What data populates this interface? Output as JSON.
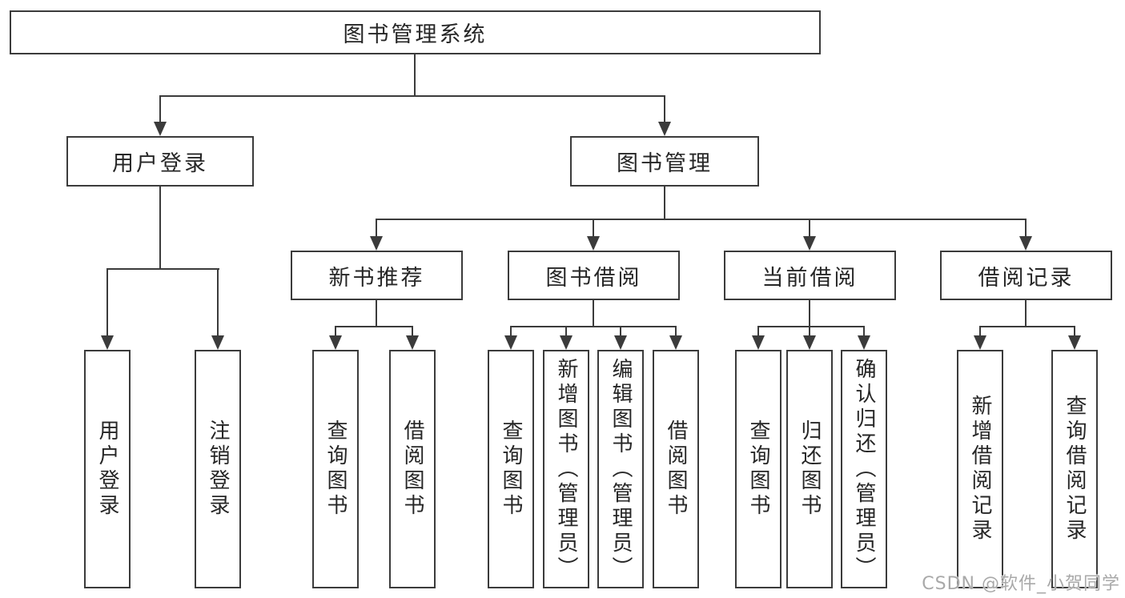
{
  "tree": {
    "root": {
      "label": "图书管理系统"
    },
    "branches": [
      {
        "label": "用户登录",
        "children": [
          {
            "label": "用户登录"
          },
          {
            "label": "注销登录"
          }
        ]
      },
      {
        "label": "图书管理",
        "children": [
          {
            "label": "新书推荐",
            "children": [
              {
                "label": "查询图书"
              },
              {
                "label": "借阅图书"
              }
            ]
          },
          {
            "label": "图书借阅",
            "children": [
              {
                "label": "查询图书"
              },
              {
                "label": "新增图书（管理员）"
              },
              {
                "label": "编辑图书（管理员）"
              },
              {
                "label": "借阅图书"
              }
            ]
          },
          {
            "label": "当前借阅",
            "children": [
              {
                "label": "查询图书"
              },
              {
                "label": "归还图书"
              },
              {
                "label": "确认归还（管理员）"
              }
            ]
          },
          {
            "label": "借阅记录",
            "children": [
              {
                "label": "新增借阅记录"
              },
              {
                "label": "查询借阅记录"
              }
            ]
          }
        ]
      }
    ]
  },
  "watermark": {
    "text": "CSDN @软件_小贺同学"
  },
  "colors": {
    "line": "#3b3b3b",
    "text": "#262626",
    "background": "#ffffff",
    "watermark": "#a9a9a9"
  }
}
